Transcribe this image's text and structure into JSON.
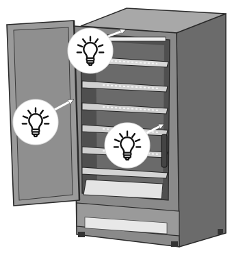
{
  "image": {
    "subject": "refrigerator-cabinet",
    "callouts": [
      {
        "icon": "light-bulb-icon",
        "target": "top-light"
      },
      {
        "icon": "light-bulb-icon",
        "target": "door-light"
      },
      {
        "icon": "light-bulb-icon",
        "target": "side-light"
      }
    ]
  },
  "colors": {
    "cabinet_outline": "#2a2a2a",
    "cabinet_side": "#6b6b6b",
    "cabinet_front": "#8a8a8a",
    "interior": "#5a5a5a",
    "shelf": "#d8d8d8",
    "door_panel": "#9a9a9a",
    "bulb_circle": "#ffffff",
    "bulb_stroke": "#111111"
  }
}
